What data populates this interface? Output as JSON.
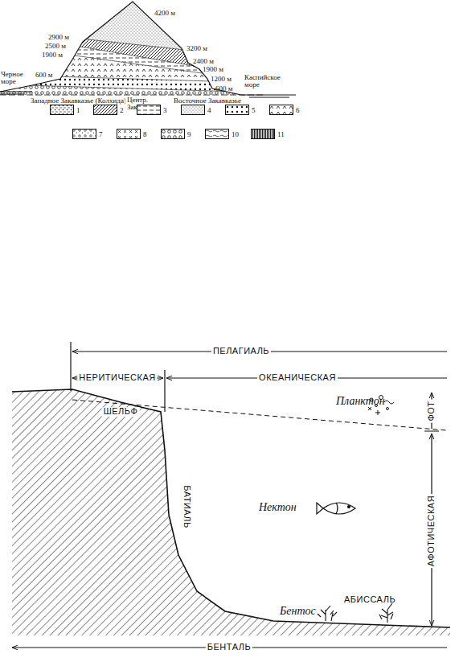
{
  "diagram": {
    "labels": [
      "4200 м",
      "2900 м",
      "2500 м",
      "1900 м",
      "600 м",
      "Черное море",
      "3200 м",
      "2400 м",
      "1900 м",
      "1200 м",
      "600 м",
      "Каспийское море",
      "Западное Закавказье (Колхида)",
      "Центр. Закавказье",
      "Восточное Закавказье",
      "ПЕЛАГИАЛЬ",
      "НЕРИТИЧЕСКАЯ",
      "ОКЕАНИЧЕСКАЯ",
      "Планктон",
      "ФОТ",
      "ШЕЛЬФ",
      "БАТИАЛЬ",
      "Нектон",
      "АФОТИЧЕСКАЯ",
      "АБИССАЛЬ",
      "Бентос",
      "БЕНТАЛЬ"
    ],
    "legend": [
      {
        "text": "1"
      },
      {
        "text": "2"
      },
      {
        "text": "3"
      },
      {
        "text": "4"
      },
      {
        "text": "5"
      },
      {
        "text": "6"
      },
      {
        "text": "7"
      },
      {
        "text": "8"
      },
      {
        "text": "9"
      },
      {
        "text": "10"
      },
      {
        "text": "11"
      }
    ]
  }
}
